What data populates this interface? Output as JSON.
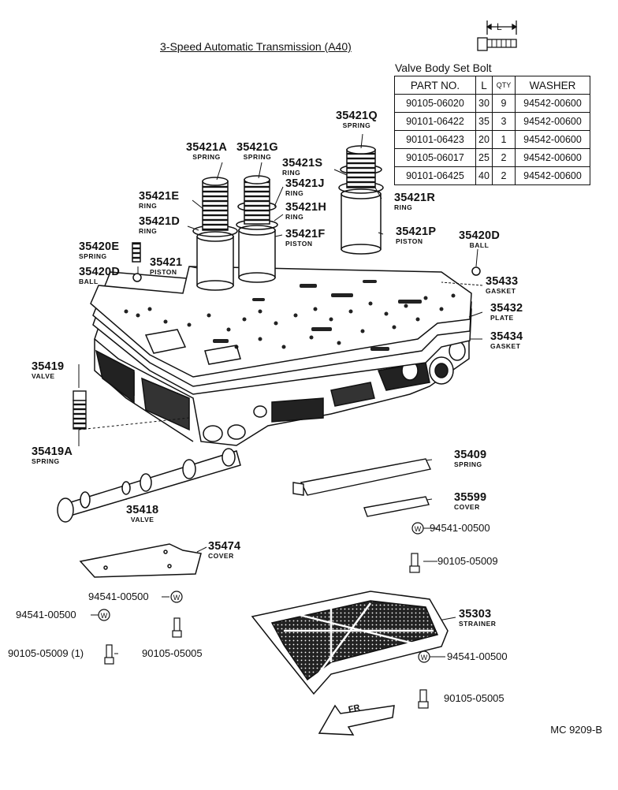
{
  "title": "3-Speed Automatic Transmission (A40)",
  "bolt_table": {
    "title": "Valve Body Set Bolt",
    "dimension_label": "L",
    "headers": [
      "PART NO.",
      "L",
      "QTY",
      "WASHER"
    ],
    "rows": [
      [
        "90105-06020",
        "30",
        "9",
        "94542-00600"
      ],
      [
        "90101-06422",
        "35",
        "3",
        "94542-00600"
      ],
      [
        "90101-06423",
        "20",
        "1",
        "94542-00600"
      ],
      [
        "90105-06017",
        "25",
        "2",
        "94542-00600"
      ],
      [
        "90101-06425",
        "40",
        "2",
        "94542-00600"
      ]
    ]
  },
  "parts": {
    "p35421Q": {
      "num": "35421Q",
      "name": "SPRING"
    },
    "p35421A": {
      "num": "35421A",
      "name": "SPRING"
    },
    "p35421G": {
      "num": "35421G",
      "name": "SPRING"
    },
    "p35421S": {
      "num": "35421S",
      "name": "RING"
    },
    "p35421J": {
      "num": "35421J",
      "name": "RING"
    },
    "p35421E": {
      "num": "35421E",
      "name": "RING"
    },
    "p35421R": {
      "num": "35421R",
      "name": "RING"
    },
    "p35421H": {
      "num": "35421H",
      "name": "RING"
    },
    "p35421D": {
      "num": "35421D",
      "name": "RING"
    },
    "p35421F": {
      "num": "35421F",
      "name": "PISTON"
    },
    "p35421P": {
      "num": "35421P",
      "name": "PISTON"
    },
    "p35420E": {
      "num": "35420E",
      "name": "SPRING"
    },
    "p35420D_r": {
      "num": "35420D",
      "name": "BALL"
    },
    "p35421": {
      "num": "35421",
      "name": "PISTON"
    },
    "p35420D_l": {
      "num": "35420D",
      "name": "BALL"
    },
    "p35433": {
      "num": "35433",
      "name": "GASKET"
    },
    "p35432": {
      "num": "35432",
      "name": "PLATE"
    },
    "p35434": {
      "num": "35434",
      "name": "GASKET"
    },
    "p35419": {
      "num": "35419",
      "name": "VALVE"
    },
    "p35419A": {
      "num": "35419A",
      "name": "SPRING"
    },
    "p35409": {
      "num": "35409",
      "name": "SPRING"
    },
    "p35599": {
      "num": "35599",
      "name": "COVER"
    },
    "p35418": {
      "num": "35418",
      "name": "VALVE"
    },
    "p35474": {
      "num": "35474",
      "name": "COVER"
    },
    "p35303": {
      "num": "35303",
      "name": "STRAINER"
    }
  },
  "codes": {
    "w_right1": "94541-00500",
    "b_right1": "90105-05009",
    "w_mid": "94541-00500",
    "w_left": "94541-00500",
    "b_left": "90105-05009 (1)",
    "b_mid": "90105-05005",
    "w_right2": "94541-00500",
    "b_right2": "90105-05005"
  },
  "front_arrow": "FR",
  "footer": "MC  9209-B"
}
